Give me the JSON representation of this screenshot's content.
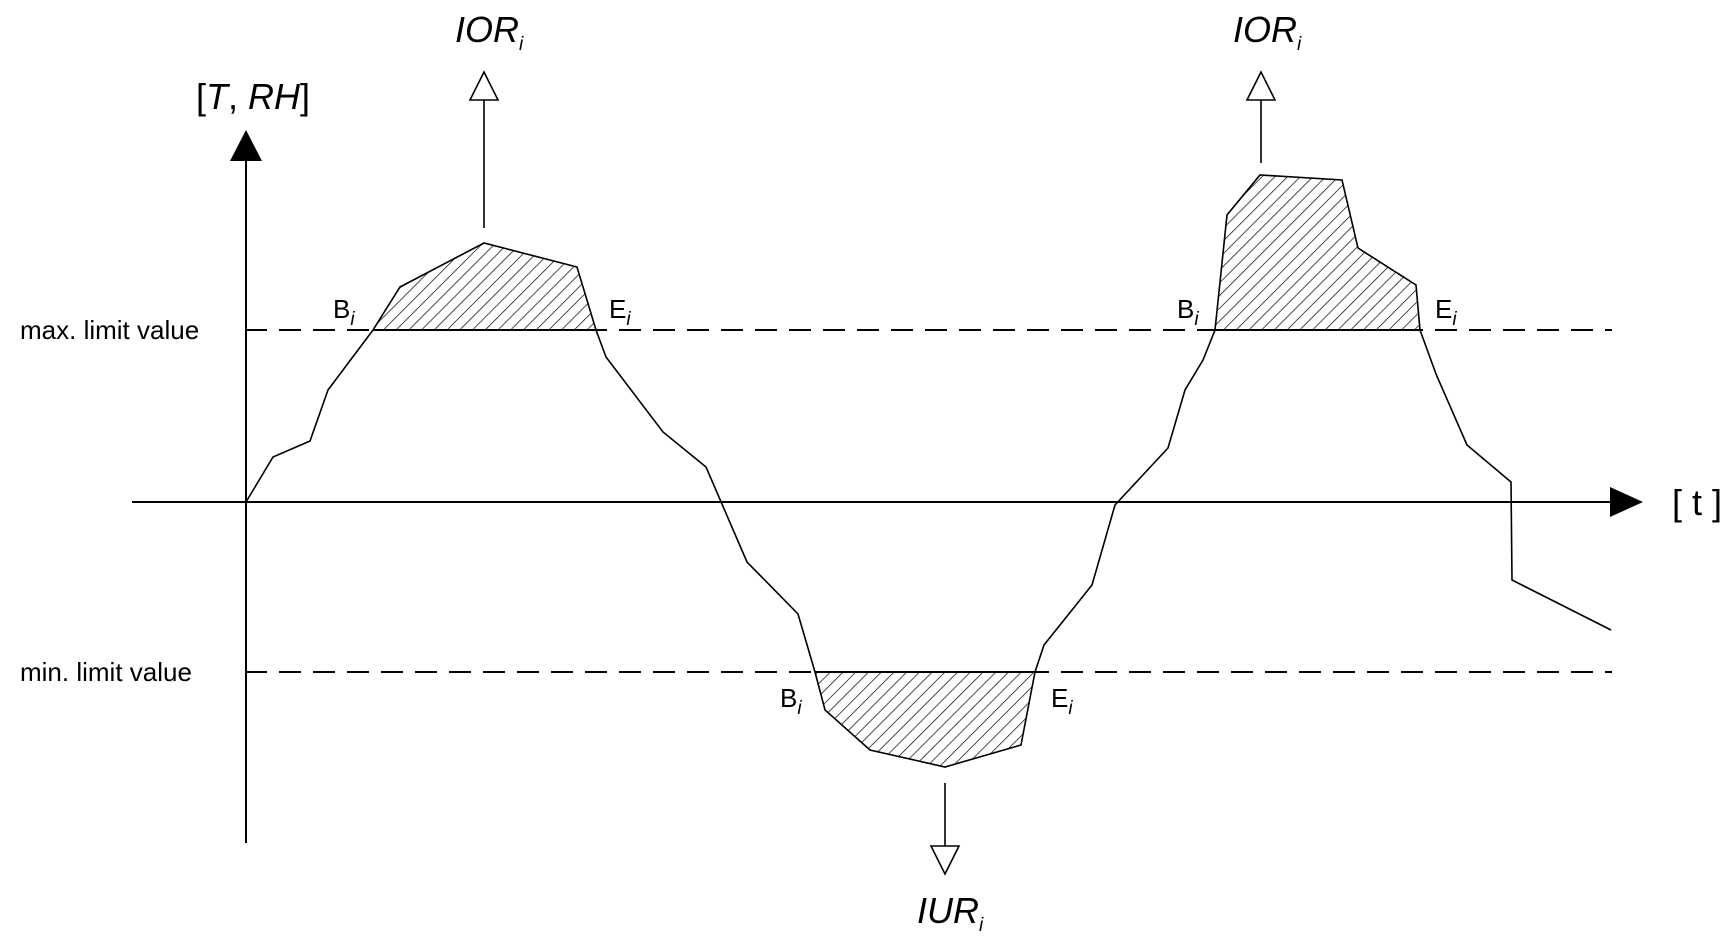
{
  "axes": {
    "y_label_open": "[",
    "y_label_T": "T",
    "y_label_sep": ", ",
    "y_label_RH": "RH",
    "y_label_close": "]",
    "x_label": "[ t ]"
  },
  "limits": {
    "max_label": "max. limit value",
    "min_label": "min. limit value"
  },
  "markers": {
    "begin": "B",
    "end": "E",
    "index": "i"
  },
  "arrows": {
    "over": "IOR",
    "under": "IUR",
    "index": "i"
  },
  "colors": {
    "line": "#000000",
    "background": "#ffffff"
  }
}
